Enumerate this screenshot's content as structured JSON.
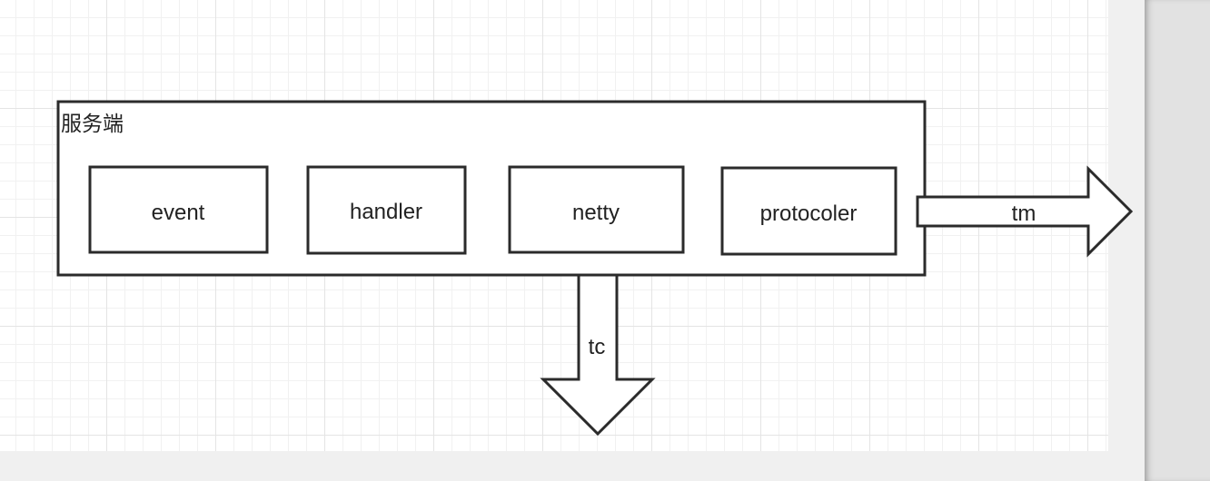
{
  "diagram": {
    "container": {
      "label": "服务端"
    },
    "nodes": [
      {
        "id": "event",
        "label": "event"
      },
      {
        "id": "handler",
        "label": "handler"
      },
      {
        "id": "netty",
        "label": "netty"
      },
      {
        "id": "protocoler",
        "label": "protocoler"
      }
    ],
    "arrows": {
      "right": {
        "label": "tm",
        "direction": "right"
      },
      "down": {
        "label": "tc",
        "direction": "down"
      }
    }
  },
  "colors": {
    "stroke": "#2b2b2b",
    "fill": "#ffffff",
    "grid_background": "#ffffff",
    "page_background": "#f0f0f0"
  }
}
